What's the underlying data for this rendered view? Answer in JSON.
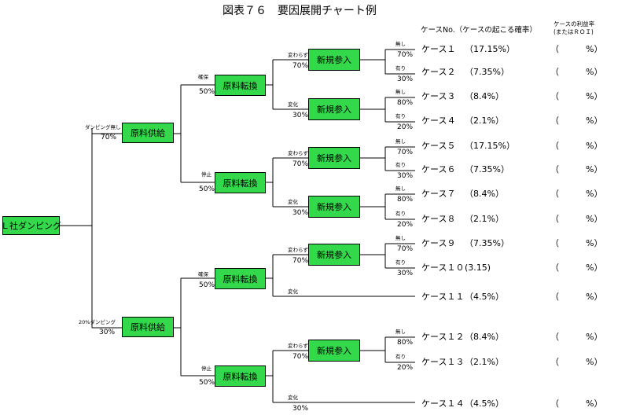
{
  "title": "図表７６　要因展開チャート例",
  "header": {
    "cases": "ケースNo.（ケースの起こる確率）",
    "roi_line1": "ケースの利益率",
    "roi_line2": "(またはＲＯＩ)"
  },
  "root": "Ｌ社ダンピング",
  "level1": [
    {
      "box": "原料供給",
      "label": "ダンピング無し",
      "pct": "70%"
    },
    {
      "box": "原料供給",
      "label": "20%ダンピング",
      "pct": "30%"
    }
  ],
  "level2": [
    {
      "box": "原料転換",
      "label": "確保",
      "pct": "50%"
    },
    {
      "box": "原料転換",
      "label": "停止",
      "pct": "50%"
    },
    {
      "box": "原料転換",
      "label": "確保",
      "pct": "50%"
    },
    {
      "box": "原料転換",
      "label": "停止",
      "pct": "50%"
    }
  ],
  "level3": [
    {
      "box": "新規参入",
      "label": "変わらず",
      "pct": "70%"
    },
    {
      "box": "新規参入",
      "label": "変化",
      "pct": "30%"
    },
    {
      "box": "新規参入",
      "label": "変わらず",
      "pct": "70%"
    },
    {
      "box": "新規参入",
      "label": "変化",
      "pct": "30%"
    },
    {
      "box": "新規参入",
      "label": "変わらず",
      "pct": "70%"
    },
    {
      "label": "変化",
      "pct": ""
    },
    {
      "box": "新規参入",
      "label": "変わらず",
      "pct": "70%"
    },
    {
      "label": "変化",
      "pct": "30%"
    }
  ],
  "level4": [
    {
      "label": "無し",
      "pct": "70%"
    },
    {
      "label": "有り",
      "pct": "30%"
    },
    {
      "label": "無し",
      "pct": "80%"
    },
    {
      "label": "有り",
      "pct": "20%"
    },
    {
      "label": "無し",
      "pct": "70%"
    },
    {
      "label": "有り",
      "pct": "30%"
    },
    {
      "label": "無し",
      "pct": "80%"
    },
    {
      "label": "有り",
      "pct": "20%"
    },
    {
      "label": "無し",
      "pct": "70%"
    },
    {
      "label": "有り",
      "pct": "30%"
    },
    {
      "label": "無し",
      "pct": "80%"
    },
    {
      "label": "有り",
      "pct": "20%"
    }
  ],
  "cases": [
    {
      "name": "ケース１",
      "prob": "（17.15%）",
      "paren_open": "（",
      "roi_unit": "%）"
    },
    {
      "name": "ケース２",
      "prob": "（7.35%）",
      "paren_open": "（",
      "roi_unit": "%）"
    },
    {
      "name": "ケース３",
      "prob": "（8.4%）",
      "paren_open": "（",
      "roi_unit": "%）"
    },
    {
      "name": "ケース４",
      "prob": "（2.1%）",
      "paren_open": "（",
      "roi_unit": "%）"
    },
    {
      "name": "ケース５",
      "prob": "（17.15%）",
      "paren_open": "（",
      "roi_unit": "%）"
    },
    {
      "name": "ケース６",
      "prob": "（7.35%）",
      "paren_open": "（",
      "roi_unit": "%）"
    },
    {
      "name": "ケース７",
      "prob": "（8.4%）",
      "paren_open": "（",
      "roi_unit": "%）"
    },
    {
      "name": "ケース８",
      "prob": "（2.1%）",
      "paren_open": "（",
      "roi_unit": "%）"
    },
    {
      "name": "ケース９",
      "prob": "（7.35%）",
      "paren_open": "（",
      "roi_unit": "%）"
    },
    {
      "name": "ケース１０",
      "prob": "(3.15)",
      "paren_open": "（",
      "roi_unit": "%）"
    },
    {
      "name": "ケース１１",
      "prob": "（4.5%）",
      "paren_open": "（",
      "roi_unit": "%）"
    },
    {
      "name": "ケース１２",
      "prob": "（8.4%）",
      "paren_open": "（",
      "roi_unit": "%）"
    },
    {
      "name": "ケース１３",
      "prob": "（2.1%）",
      "paren_open": "（",
      "roi_unit": "%）"
    },
    {
      "name": "ケース１４",
      "prob": "（4.5%）",
      "paren_open": "（",
      "roi_unit": "%）"
    }
  ],
  "colors": {
    "box_fill": "#33d94a",
    "line": "#000000"
  }
}
